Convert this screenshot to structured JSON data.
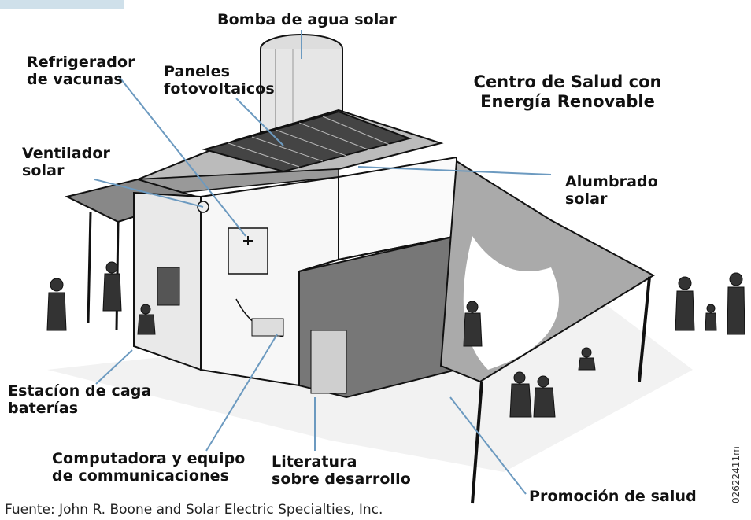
{
  "title": "Centro de Salud con\nEnergía Renovable",
  "labels": {
    "solar_pump": "Bomba de agua solar",
    "vaccine_fridge": "Refrigerador\nde vacunas",
    "pv_panels": "Paneles\nfotovoltaicos",
    "solar_fan": "Ventilador\nsolar",
    "solar_lighting": "Alumbrado\nsolar",
    "battery_station": "Estacíon de caga\nbaterías",
    "computer_comms": "Computadora y equipo\nde communicaciones",
    "dev_literature": "Literatura\nsobre desarrollo",
    "health_promo": "Promoción de salud"
  },
  "source": "Fuente: John R. Boone and Solar Electric Specialties, Inc.",
  "image_code": "02622411m",
  "colors": {
    "leader_line": "#6c9ac0",
    "corner_tab": "#cfe0ea"
  }
}
